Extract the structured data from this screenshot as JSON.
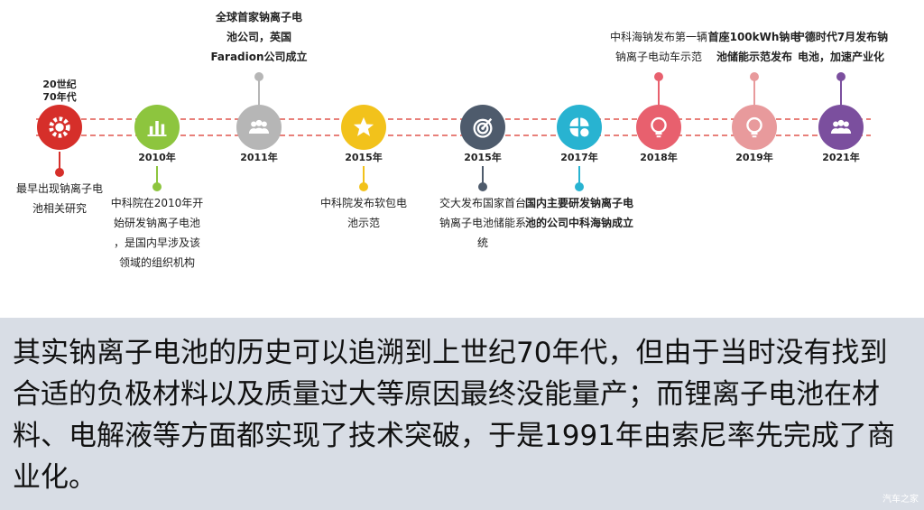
{
  "timeline": {
    "events": [
      {
        "year": "20世纪\n70年代",
        "desc": "最早出现钠离子电\n池相关研究",
        "position": "below",
        "bold": false,
        "color": "#d62f2a",
        "icon": "gear-icon"
      },
      {
        "year": "2010年",
        "desc": "中科院在2010年开\n始研发钠离子电池\n，是国内早涉及该\n领域的组织机构",
        "position": "below",
        "bold": false,
        "color": "#8dc53e",
        "icon": "bar-chart-icon"
      },
      {
        "year": "2011年",
        "desc": "全球首家钠离子电\n池公司，英国\nFaradion公司成立",
        "position": "above",
        "bold": true,
        "color": "#b6b6b6",
        "icon": "people-icon"
      },
      {
        "year": "2015年",
        "desc": "中科院发布软包电\n池示范",
        "position": "below",
        "bold": false,
        "color": "#f2c21b",
        "icon": "star-icon"
      },
      {
        "year": "2015年",
        "desc": "交大发布国家首台\n钠离子电池储能系\n统",
        "position": "below",
        "bold": false,
        "color": "#4e5b6c",
        "icon": "target-icon"
      },
      {
        "year": "2017年",
        "desc": "国内主要研发钠离子电\n池的公司中科海钠成立",
        "position": "below",
        "bold": true,
        "color": "#28b3d1",
        "icon": "shapes-icon"
      },
      {
        "year": "2018年",
        "desc": "中科海钠发布第一辆\n钠离子电动车示范",
        "position": "above",
        "bold": false,
        "color": "#e8606e",
        "icon": "lightbulb-icon"
      },
      {
        "year": "2019年",
        "desc": "首座100kWh钠电\n池储能示范发布",
        "position": "above",
        "bold": true,
        "color": "#e89a9c",
        "icon": "lightbulb-icon"
      },
      {
        "year": "2021年",
        "desc": "宁德时代7月发布钠\n电池，加速产业化",
        "position": "above",
        "bold": true,
        "color": "#7b4f9e",
        "icon": "people-icon"
      }
    ]
  },
  "caption": {
    "text": "其实钠离子电池的历史可以追溯到上世纪70年代，但由于当时没有找到合适的负极材料以及质量过大等原因最终没能量产；而锂离子电池在材料、电解液等方面都实现了技术突破，于是1991年由索尼率先完成了商业化。"
  },
  "watermark": "汽车之家"
}
